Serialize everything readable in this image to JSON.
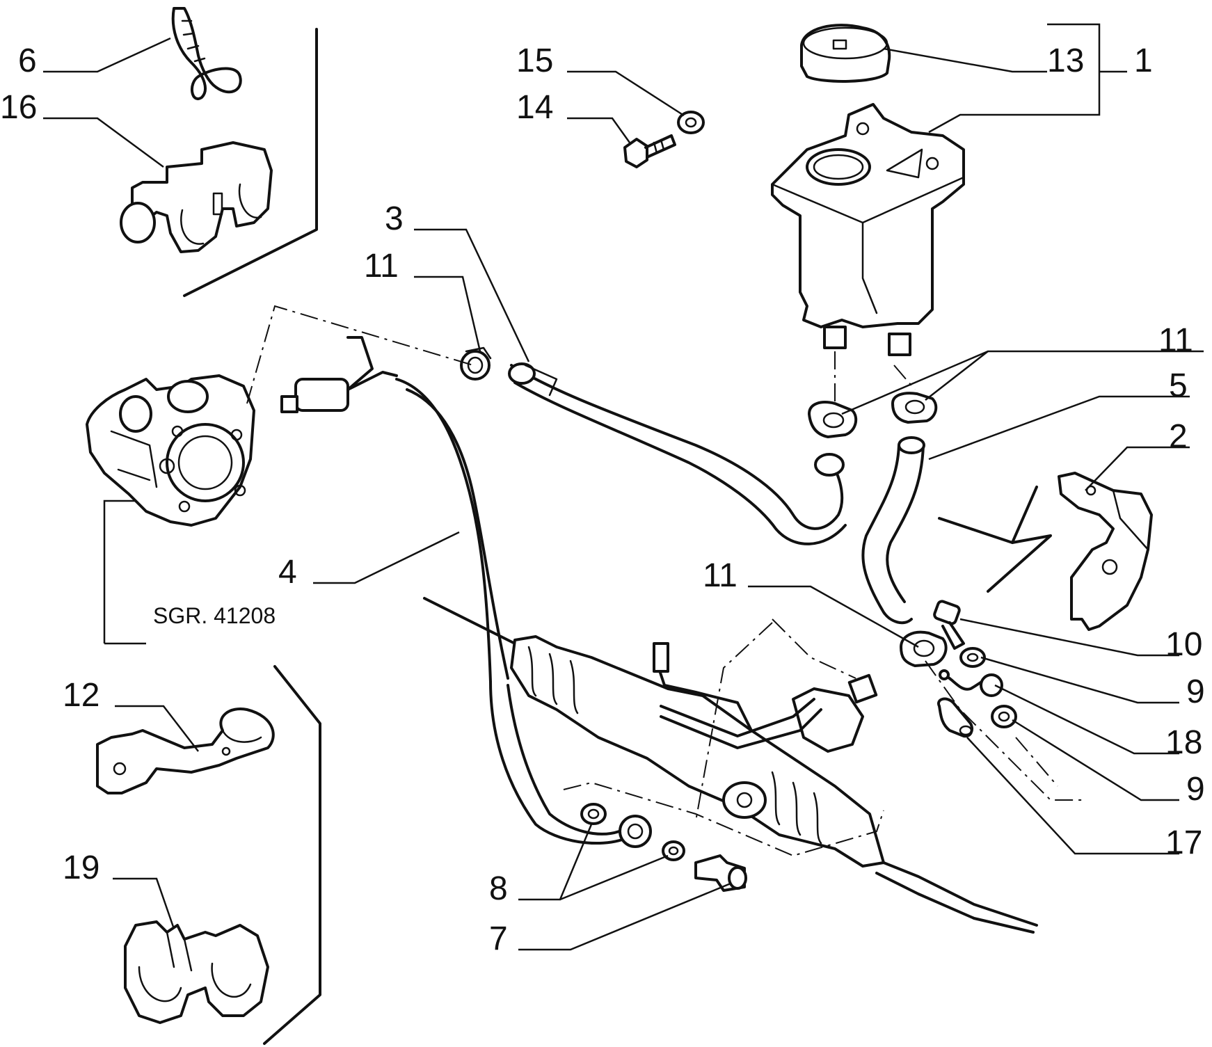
{
  "diagram": {
    "callouts": [
      {
        "id": "c-6",
        "text": "6"
      },
      {
        "id": "c-16",
        "text": "16"
      },
      {
        "id": "c-3",
        "text": "3"
      },
      {
        "id": "c-11a",
        "text": "11"
      },
      {
        "id": "c-15",
        "text": "15"
      },
      {
        "id": "c-14",
        "text": "14"
      },
      {
        "id": "c-13",
        "text": "13"
      },
      {
        "id": "c-1",
        "text": "1"
      },
      {
        "id": "c-11b",
        "text": "11"
      },
      {
        "id": "c-5",
        "text": "5"
      },
      {
        "id": "c-2",
        "text": "2"
      },
      {
        "id": "c-4",
        "text": "4"
      },
      {
        "id": "c-11c",
        "text": "11"
      },
      {
        "id": "c-10",
        "text": "10"
      },
      {
        "id": "c-9a",
        "text": "9"
      },
      {
        "id": "c-18",
        "text": "18"
      },
      {
        "id": "c-9b",
        "text": "9"
      },
      {
        "id": "c-17",
        "text": "17"
      },
      {
        "id": "c-12",
        "text": "12"
      },
      {
        "id": "c-19",
        "text": "19"
      },
      {
        "id": "c-8",
        "text": "8"
      },
      {
        "id": "c-7",
        "text": "7"
      }
    ],
    "reference_label": "SGR. 41208"
  }
}
